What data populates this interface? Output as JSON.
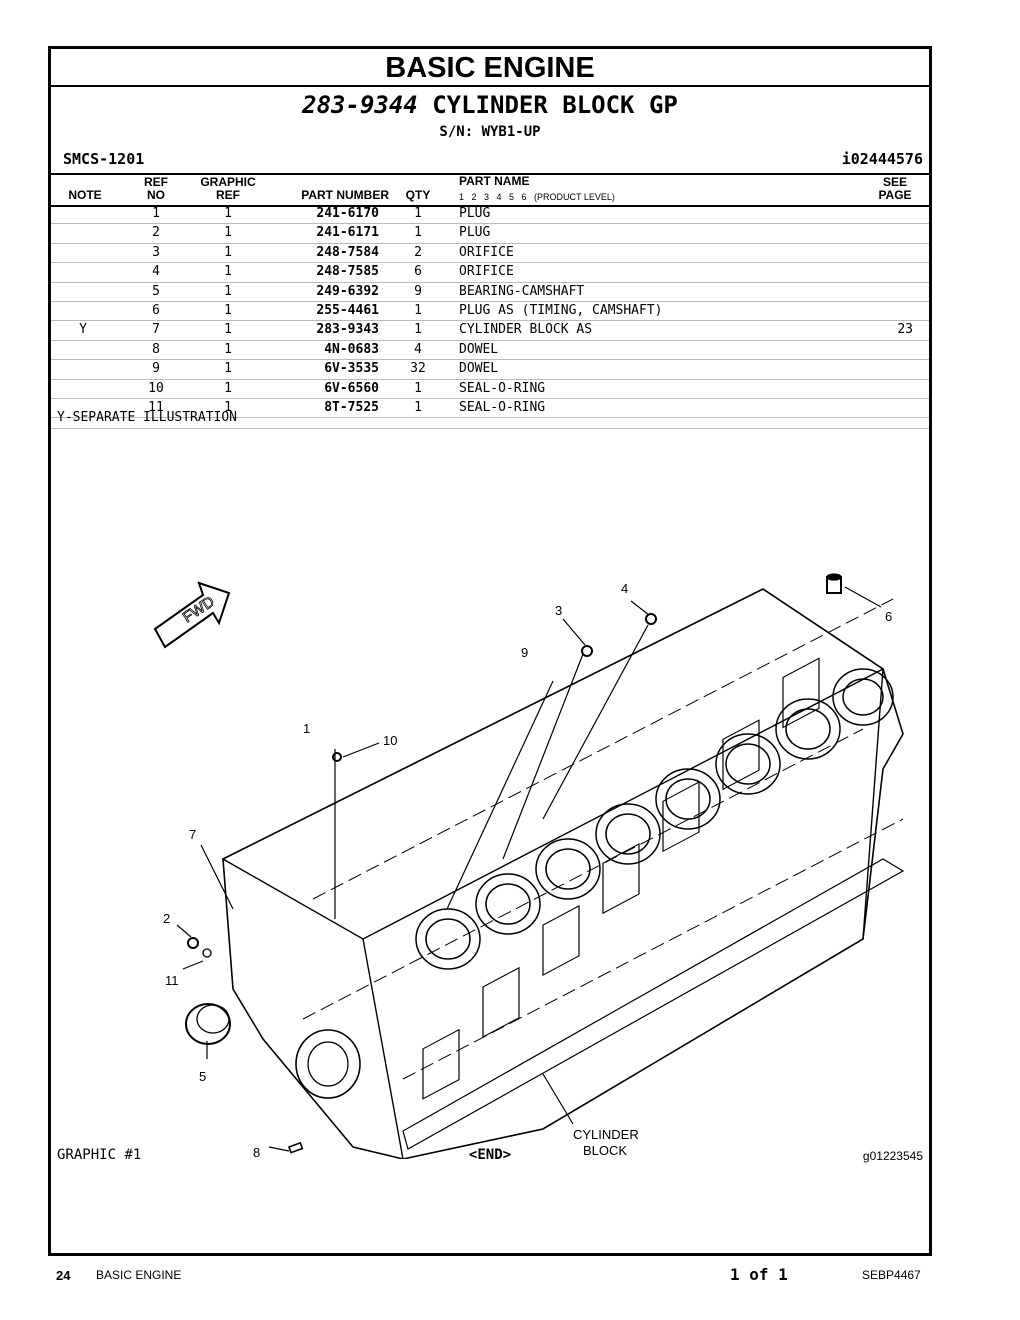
{
  "section_title": "BASIC ENGINE",
  "group": {
    "number": "283-9344",
    "name": "CYLINDER BLOCK GP"
  },
  "serial": "S/N: WYB1-UP",
  "smcs": "SMCS-1201",
  "ident": "i02444576",
  "headers": {
    "note": "NOTE",
    "ref_no": [
      "REF",
      "NO"
    ],
    "graphic_ref": [
      "GRAPHIC",
      "REF"
    ],
    "part_number": "PART NUMBER",
    "qty": "QTY",
    "part_name": "PART NAME",
    "levels": "1   2   3   4   5   6   (PRODUCT LEVEL)",
    "see_page": [
      "SEE",
      "PAGE"
    ]
  },
  "rows": [
    {
      "note": "",
      "ref": "1",
      "gref": "1",
      "pn": "241-6170",
      "qty": "1",
      "name": "PLUG",
      "see": ""
    },
    {
      "note": "",
      "ref": "2",
      "gref": "1",
      "pn": "241-6171",
      "qty": "1",
      "name": "PLUG",
      "see": ""
    },
    {
      "note": "",
      "ref": "3",
      "gref": "1",
      "pn": "248-7584",
      "qty": "2",
      "name": "ORIFICE",
      "see": ""
    },
    {
      "note": "",
      "ref": "4",
      "gref": "1",
      "pn": "248-7585",
      "qty": "6",
      "name": "ORIFICE",
      "see": ""
    },
    {
      "note": "",
      "ref": "5",
      "gref": "1",
      "pn": "249-6392",
      "qty": "9",
      "name": "BEARING-CAMSHAFT",
      "see": ""
    },
    {
      "note": "",
      "ref": "6",
      "gref": "1",
      "pn": "255-4461",
      "qty": "1",
      "name": "PLUG AS (TIMING, CAMSHAFT)",
      "see": ""
    },
    {
      "note": "Y",
      "ref": "7",
      "gref": "1",
      "pn": "283-9343",
      "qty": "1",
      "name": "CYLINDER BLOCK AS",
      "see": "23"
    },
    {
      "note": "",
      "ref": "8",
      "gref": "1",
      "pn": "4N-0683",
      "qty": "4",
      "name": "DOWEL",
      "see": ""
    },
    {
      "note": "",
      "ref": "9",
      "gref": "1",
      "pn": "6V-3535",
      "qty": "32",
      "name": "DOWEL",
      "see": ""
    },
    {
      "note": "",
      "ref": "10",
      "gref": "1",
      "pn": "6V-6560",
      "qty": "1",
      "name": "SEAL-O-RING",
      "see": ""
    },
    {
      "note": "",
      "ref": "11",
      "gref": "1",
      "pn": "8T-7525",
      "qty": "1",
      "name": "SEAL-O-RING",
      "see": ""
    }
  ],
  "separate_note": "Y-SEPARATE ILLUSTRATION",
  "illustration": {
    "fwd": "FWD",
    "callouts": [
      "1",
      "2",
      "3",
      "4",
      "5",
      "6",
      "7",
      "8",
      "9",
      "10",
      "11"
    ],
    "block_label": [
      "CYLINDER",
      "BLOCK"
    ]
  },
  "graphic_label": "GRAPHIC #1",
  "end_label": "<END>",
  "graphic_id": "g01223545",
  "footer": {
    "page": "24",
    "section": "BASIC ENGINE",
    "pages": "1 of 1",
    "doc": "SEBP4467"
  }
}
